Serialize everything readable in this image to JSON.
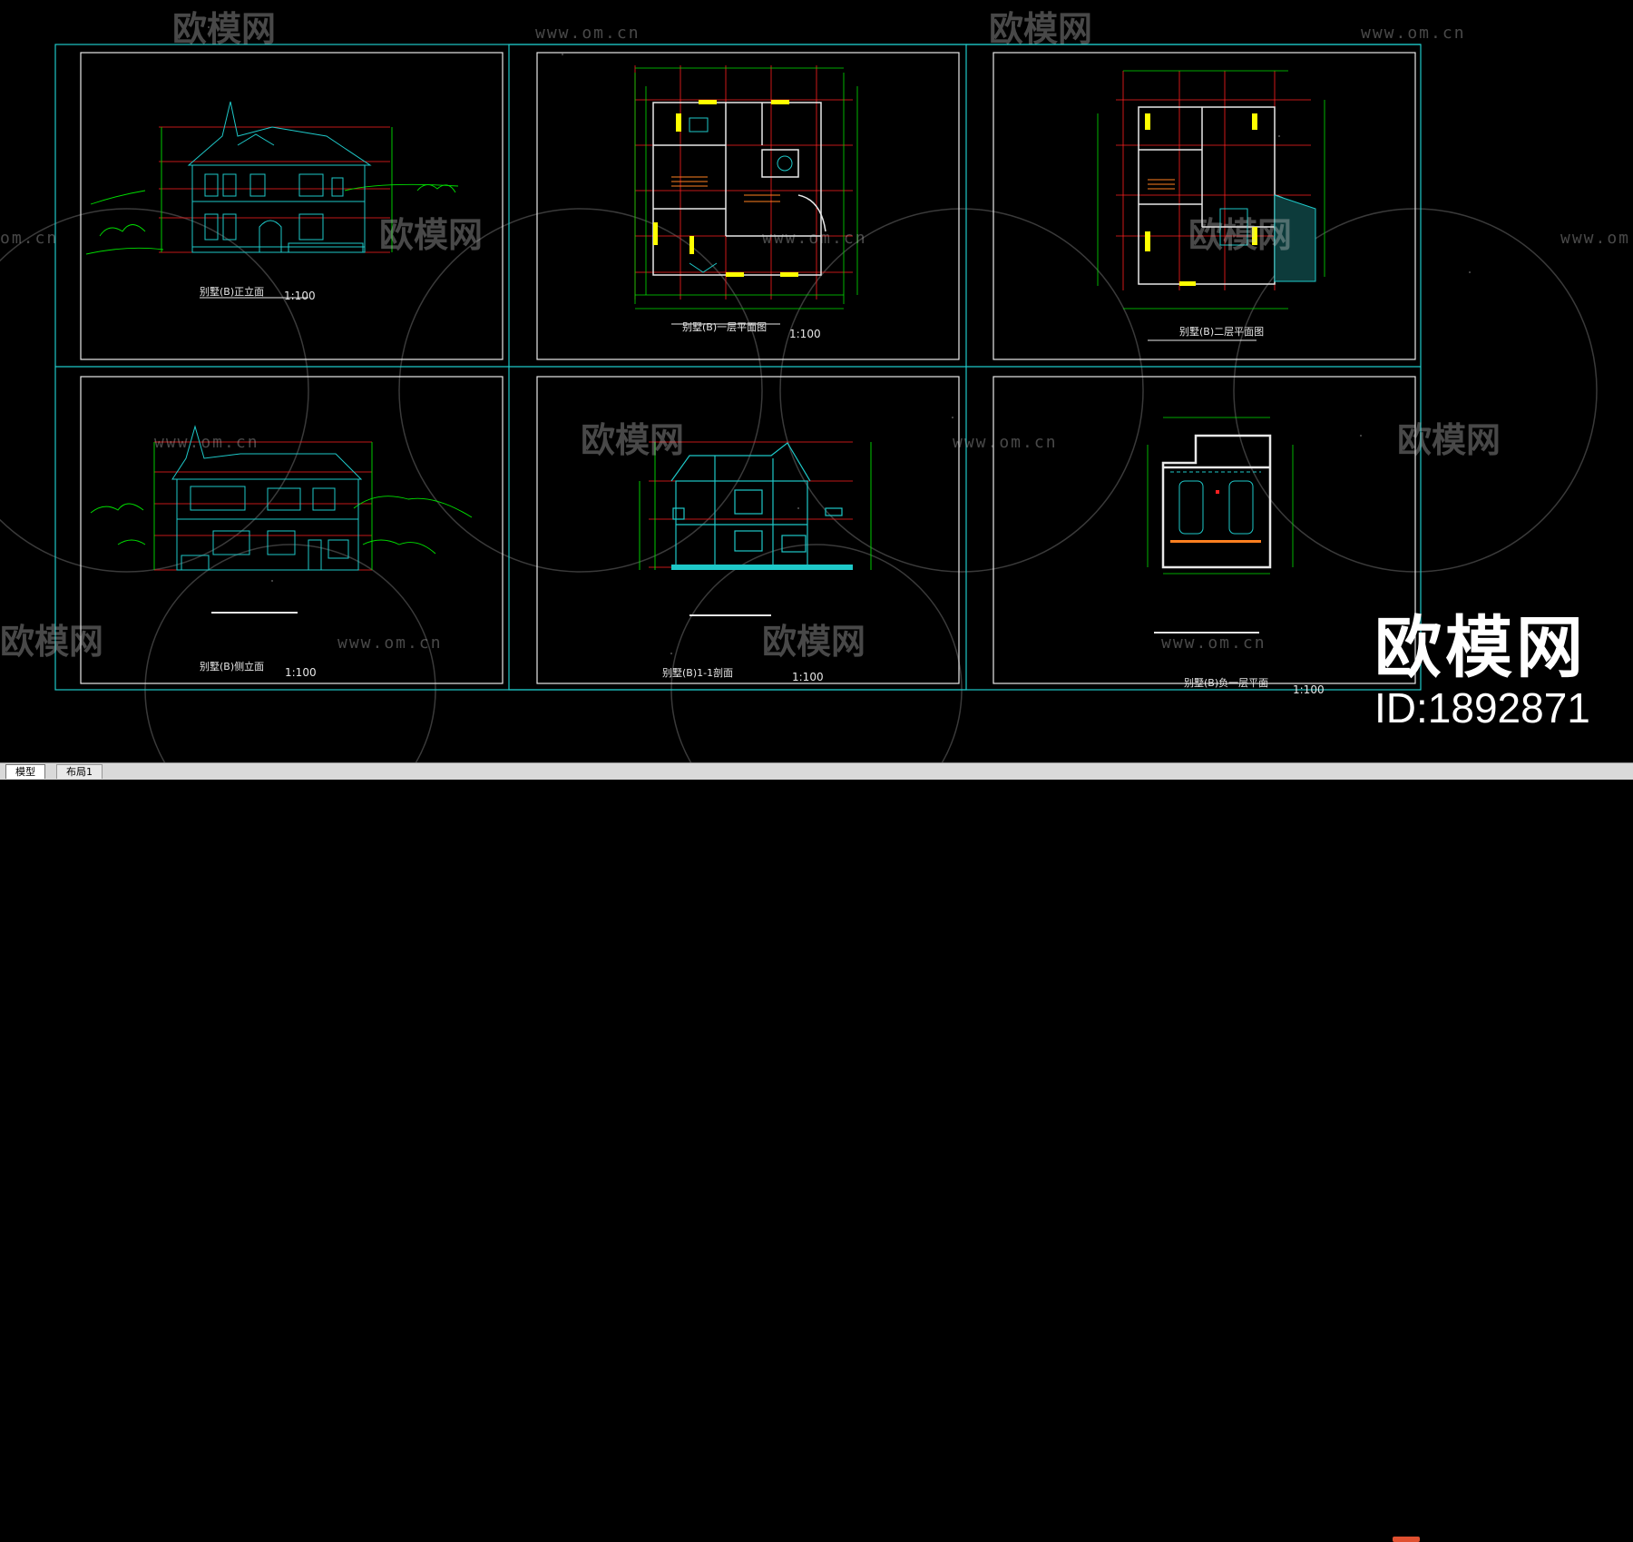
{
  "app": {
    "type": "CAD drawing viewer"
  },
  "drawings": [
    {
      "label": "别墅(B)正立面",
      "scale": "1:100"
    },
    {
      "label": "别墅(B)一层平面图",
      "scale": "1:100"
    },
    {
      "label": "别墅(B)二层平面图",
      "scale": ""
    },
    {
      "label": "别墅(B)侧立面",
      "scale": "1:100"
    },
    {
      "label": "别墅(B)1-1剖面",
      "scale": "1:100"
    },
    {
      "label": "别墅(B)负一层平面",
      "scale": "1:100"
    }
  ],
  "watermark": {
    "brand": "欧模网",
    "url": "www.om.cn",
    "url_short": "om.cn"
  },
  "brand": {
    "title": "欧模网",
    "id": "ID:1892871"
  },
  "tabs": [
    {
      "label": "模型",
      "active": true
    },
    {
      "label": "布局1",
      "active": false
    }
  ],
  "colors": {
    "frame": "#1ec8c8",
    "sheet": "#e8e8e8",
    "red": "#ff2020",
    "yellow": "#ffff00",
    "green": "#00e000"
  }
}
